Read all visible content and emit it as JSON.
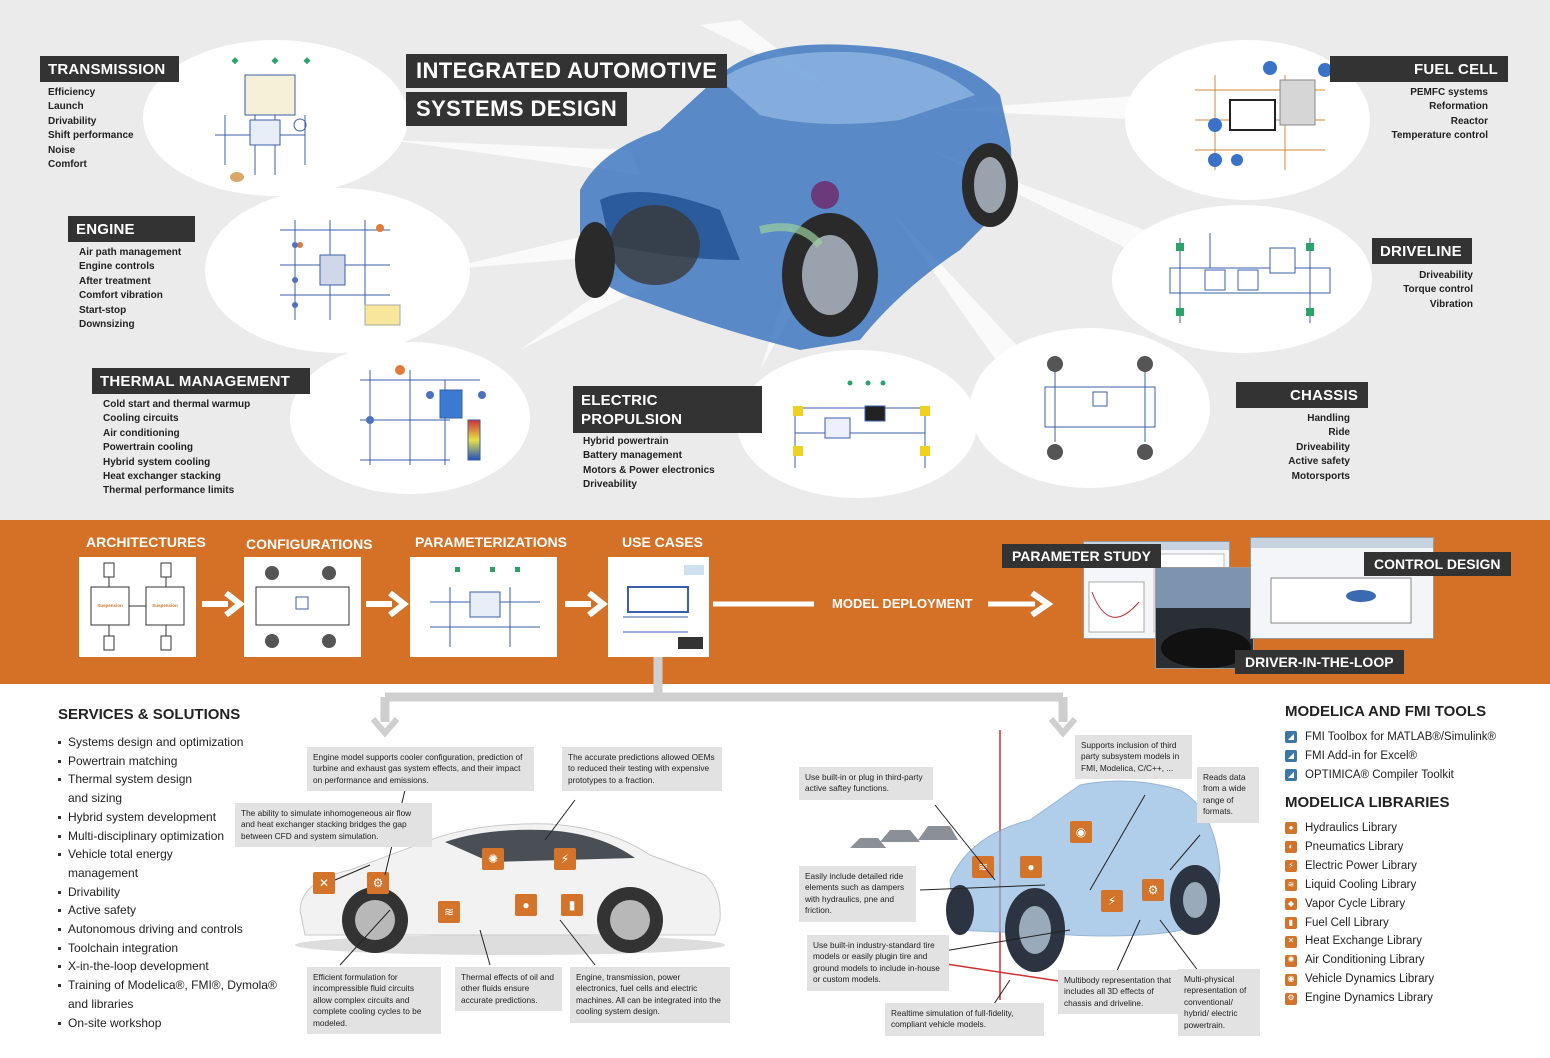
{
  "title": {
    "line1": "INTEGRATED AUTOMOTIVE",
    "line2": "SYSTEMS DESIGN"
  },
  "systems": {
    "transmission": {
      "label": "TRANSMISSION",
      "items": [
        "Efficiency",
        "Launch",
        "Drivability",
        "Shift performance",
        "Noise",
        "Comfort"
      ]
    },
    "engine": {
      "label": "ENGINE",
      "items": [
        "Air path management",
        "Engine controls",
        "After treatment",
        "Comfort vibration",
        "Start-stop",
        "Downsizing"
      ]
    },
    "thermal": {
      "label": "THERMAL MANAGEMENT",
      "items": [
        "Cold start and thermal warmup",
        "Cooling circuits",
        "Air conditioning",
        "Powertrain cooling",
        "Hybrid system cooling",
        "Heat exchanger stacking",
        "Thermal performance limits"
      ]
    },
    "electric": {
      "label_line1": "ELECTRIC",
      "label_line2": "PROPULSION",
      "items": [
        "Hybrid powertrain",
        "Battery management",
        "Motors & Power electronics",
        "Driveability"
      ]
    },
    "fuelcell": {
      "label": "FUEL CELL",
      "items": [
        "PEMFC systems",
        "Reformation",
        "Reactor",
        "Temperature control"
      ]
    },
    "driveline": {
      "label": "DRIVELINE",
      "items": [
        "Driveability",
        "Torque control",
        "Vibration"
      ]
    },
    "chassis": {
      "label": "CHASSIS",
      "items": [
        "Handling",
        "Ride",
        "Driveability",
        "Active safety",
        "Motorsports"
      ]
    }
  },
  "workflow": {
    "steps": [
      "ARCHITECTURES",
      "CONFIGURATIONS",
      "PARAMETERIZATIONS",
      "USE CASES"
    ],
    "deployment": "MODEL DEPLOYMENT",
    "outputs": {
      "parameter_study": "PARAMETER STUDY",
      "control_design": "CONTROL DESIGN",
      "driver_in_the_loop": "DRIVER-IN-THE-LOOP"
    },
    "arch_blocks": [
      "Suspension",
      "Suspension"
    ]
  },
  "services": {
    "title": "SERVICES & SOLUTIONS",
    "items": [
      "Systems design and optimization",
      "Powertrain matching",
      "Thermal system design",
      "and sizing",
      "Hybrid system development",
      "Multi-disciplinary optimization",
      "Vehicle total energy",
      "management",
      "Drivability",
      "Active safety",
      "Autonomous driving and controls",
      "Toolchain integration",
      "X-in-the-loop development",
      "Training of Modelica®, FMI®, Dymola®",
      "and libraries",
      "On-site workshop"
    ]
  },
  "callouts_left": [
    "Engine model supports cooler configuration, prediction of turbine and exhaust gas system effects, and their impact on performance and emissions.",
    "The accurate predictions allowed OEMs to reduced their testing with expensive prototypes to a fraction.",
    "The ability to simulate inhomogeneous air flow and heat exchanger stacking bridges the gap between CFD and system simulation.",
    "Efficient formulation for incompressible fluid circuits allow complex circuits and complete cooling cycles to be modeled.",
    "Thermal effects of oil and other fluids ensure accurate predictions.",
    "Engine, transmission, power electronics, fuel cells and electric machines. All can be integrated into the cooling system design."
  ],
  "callouts_right": [
    "Use built-in or plug in third-party active saftey functions.",
    "Supports inclusion of third party subsystem models in FMI, Modelica, C/C++, ...",
    "Reads data from a wide range of formats.",
    "Easily include detailed ride elements such as dampers with hydraulics, pne and friction.",
    "Use built-in industry-standard tire models or easily plugin tire and ground models to include in-house or custom models.",
    "Multibody representation that includes all 3D effects of chassis and driveline.",
    "Multi-physical representation of conventional/ hybrid/ electric powertrain.",
    "Realtime simulation of full-fidelity, compliant vehicle models."
  ],
  "tools": {
    "title": "MODELICA AND FMI TOOLS",
    "items": [
      "FMI Toolbox for MATLAB®/Simulink®",
      "FMI Add-in for Excel®",
      "OPTIMICA® Compiler Toolkit"
    ]
  },
  "libraries": {
    "title": "MODELICA LIBRARIES",
    "items": [
      "Hydraulics Library",
      "Pneumatics Library",
      "Electric Power Library",
      "Liquid Cooling Library",
      "Vapor Cycle Library",
      "Fuel Cell Library",
      "Heat Exchange Library",
      "Air Conditioning Library",
      "Vehicle Dynamics Library",
      "Engine Dynamics Library"
    ]
  },
  "colors": {
    "accent": "#d47126",
    "dark_label": "#333333",
    "car_blue": "#3f78c0",
    "icon_blue": "#3b78a8"
  }
}
